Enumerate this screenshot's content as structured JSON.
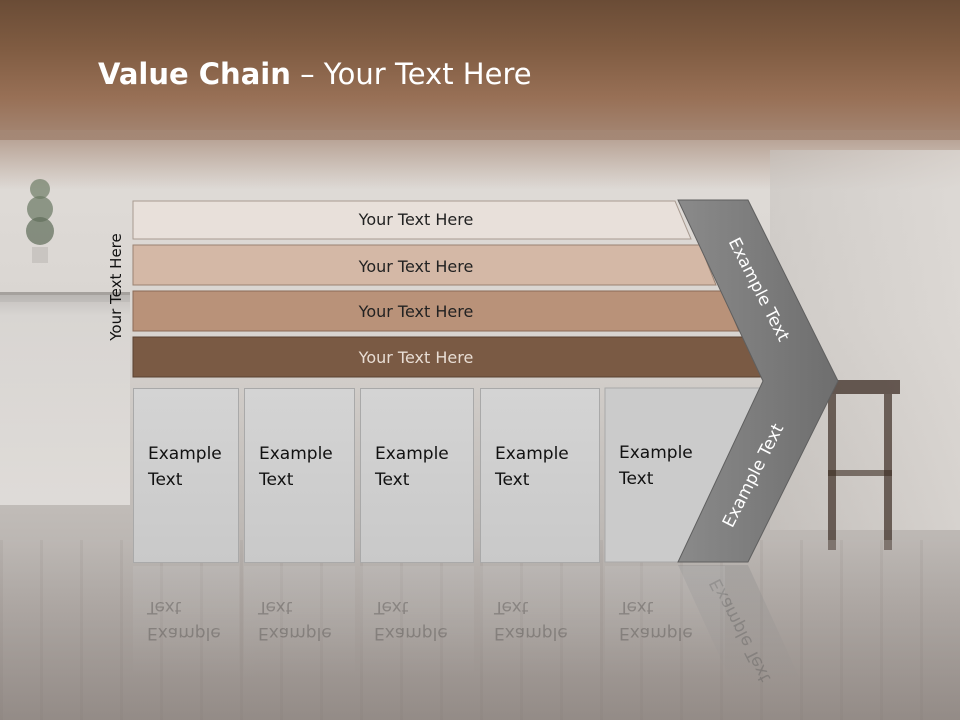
{
  "title": {
    "bold": "Value Chain",
    "rest": " – Your Text Here"
  },
  "side_label": "Your Text Here",
  "bands": [
    {
      "label": "Your Text Here",
      "color": "#e8e0da",
      "text_color": "#222222"
    },
    {
      "label": "Your Text Here",
      "color": "#d4b8a6",
      "text_color": "#222222"
    },
    {
      "label": "Your Text Here",
      "color": "#b99279",
      "text_color": "#222222"
    },
    {
      "label": "Your Text Here",
      "color": "#7a5a44",
      "text_color": "#e8ddd4"
    }
  ],
  "columns": [
    {
      "label": "Example\nText"
    },
    {
      "label": "Example\nText"
    },
    {
      "label": "Example\nText"
    },
    {
      "label": "Example\nText"
    },
    {
      "label": "Example\nText"
    }
  ],
  "chevron": {
    "upper_label": "Example Text",
    "lower_label": "Example Text",
    "color": "#7b7b7b"
  }
}
